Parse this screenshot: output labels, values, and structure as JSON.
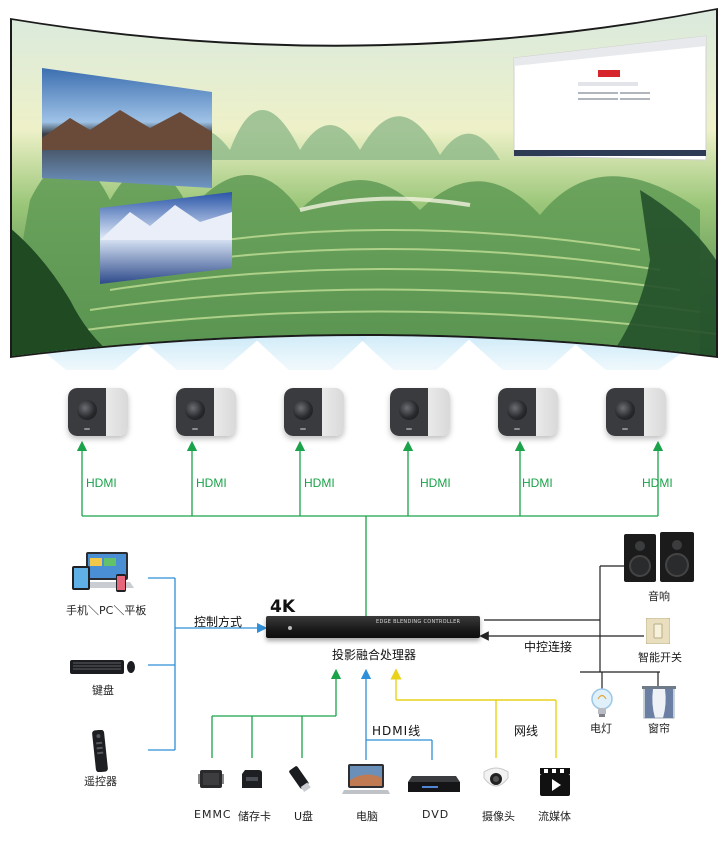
{
  "projectors": {
    "link_label": "HDMI",
    "count": 6
  },
  "controller": {
    "badge": "4K",
    "panel_text": "EDGE BLENDING CONTROLLER",
    "name": "投影融合处理器"
  },
  "left_inputs": {
    "connection_label": "控制方式",
    "items": [
      {
        "label": "手机＼PC＼平板",
        "icon": "laptop-tablet-phone-icon"
      },
      {
        "label": "键盘",
        "icon": "keyboard-mouse-icon"
      },
      {
        "label": "遥控器",
        "icon": "remote-control-icon"
      }
    ]
  },
  "right_outputs": {
    "connection_label": "中控连接",
    "items": [
      {
        "label": "音响",
        "icon": "speaker-icon"
      },
      {
        "label": "智能开关",
        "icon": "smart-switch-icon"
      },
      {
        "label": "电灯",
        "icon": "light-bulb-icon"
      },
      {
        "label": "窗帘",
        "icon": "curtain-icon"
      }
    ]
  },
  "bottom_sources": {
    "hdmi_cable_label": "HDMI线",
    "network_label": "网线",
    "items": [
      {
        "label": "EMMC",
        "icon": "emmc-chip-icon"
      },
      {
        "label": "储存卡",
        "icon": "sd-card-icon"
      },
      {
        "label": "U盘",
        "icon": "usb-drive-icon"
      },
      {
        "label": "电脑",
        "icon": "laptop-icon"
      },
      {
        "label": "DVD",
        "icon": "dvd-player-icon"
      },
      {
        "label": "摄像头",
        "icon": "camera-icon"
      },
      {
        "label": "流媒体",
        "icon": "streaming-media-icon"
      }
    ]
  },
  "colors": {
    "hdmi_green": "#1aa34a",
    "control_blue": "#2f8fd8",
    "network_yellow": "#e8d21a",
    "central_black": "#222222"
  }
}
